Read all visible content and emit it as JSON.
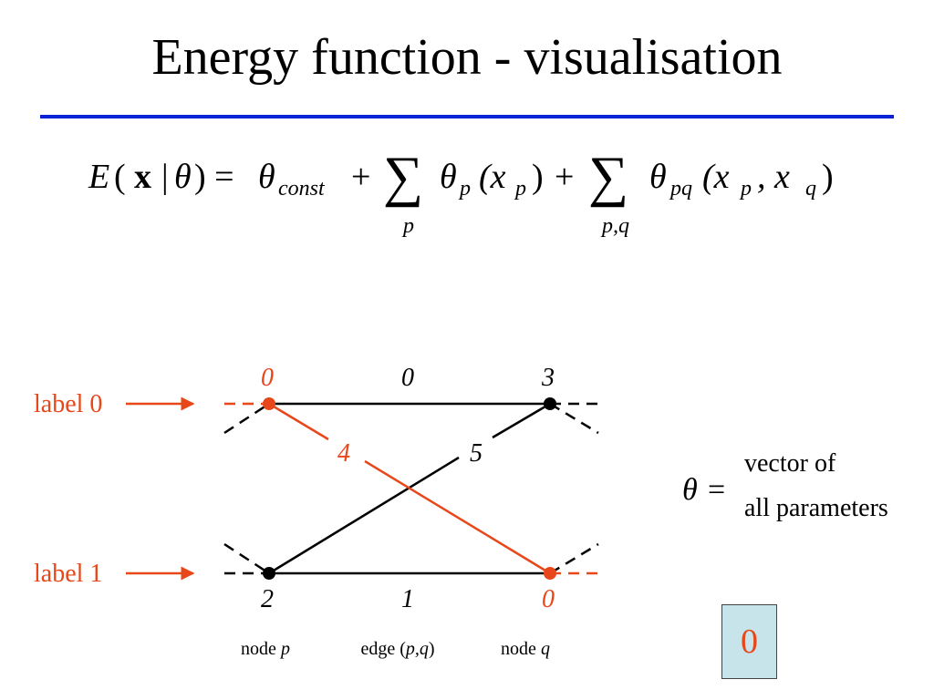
{
  "title": "Energy function - visualisation",
  "colors": {
    "rule": "#0a23d6",
    "highlight": "#e8471a",
    "box_fill": "#c6e4ea"
  },
  "equation": {
    "E": "E",
    "lparen": "(",
    "x": "x",
    "bar": "|",
    "theta": "θ",
    "rparen_eq": ") =",
    "const_sub": "const",
    "plus": "+",
    "sum": "∑",
    "sub_p": "p",
    "open_x": "(x",
    "close": ")",
    "sub_pq": "pq",
    "comma_x": ", x",
    "sub_q": "q",
    "sum_index_p": "p",
    "sum_index_pq": "p,q"
  },
  "diagram": {
    "label0": "label 0",
    "label1": "label 1",
    "node_p_label0_value": "0",
    "edge_00_value": "0",
    "node_q_label0_value": "3",
    "edge_01_value": "4",
    "edge_10_value": "5",
    "node_p_label1_value": "2",
    "edge_11_value": "1",
    "node_q_label1_value": "0",
    "caption_node_p_prefix": "node ",
    "caption_node_p_var": "p",
    "caption_edge_prefix": "edge (",
    "caption_edge_var": "p,q",
    "caption_edge_suffix": ")",
    "caption_node_q_prefix": "node ",
    "caption_node_q_var": "q"
  },
  "theta_def": {
    "symbol": "θ",
    "eq": "=",
    "line1": "vector of",
    "line2": "all parameters"
  },
  "energy_value": "0"
}
